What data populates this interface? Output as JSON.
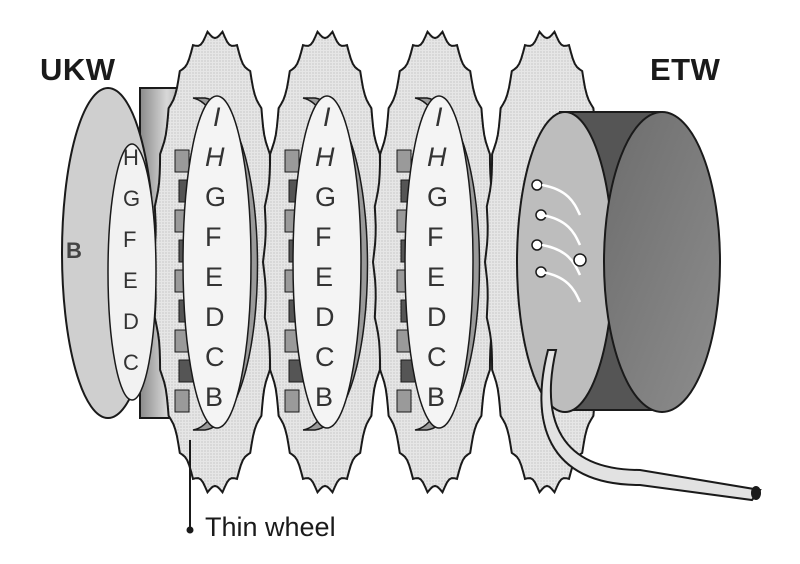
{
  "labels": {
    "left_component": "UKW",
    "right_component": "ETW",
    "callout": "Thin wheel"
  },
  "reflector_letter": "B",
  "wheels": [
    {
      "letters": [
        "I",
        "H",
        "G",
        "F",
        "E",
        "D",
        "C",
        "B"
      ]
    },
    {
      "letters": [
        "I",
        "H",
        "G",
        "F",
        "E",
        "D",
        "C",
        "B"
      ]
    },
    {
      "letters": [
        "I",
        "H",
        "G",
        "F",
        "E",
        "D",
        "C",
        "B"
      ]
    }
  ],
  "thin_wheel_letters": [
    "H",
    "G",
    "F",
    "E",
    "D",
    "C"
  ],
  "colors": {
    "outline": "#1a1a1a",
    "light_fill": "#eeeeee",
    "mid_fill": "#9a9a9a",
    "dark_fill": "#555555"
  }
}
